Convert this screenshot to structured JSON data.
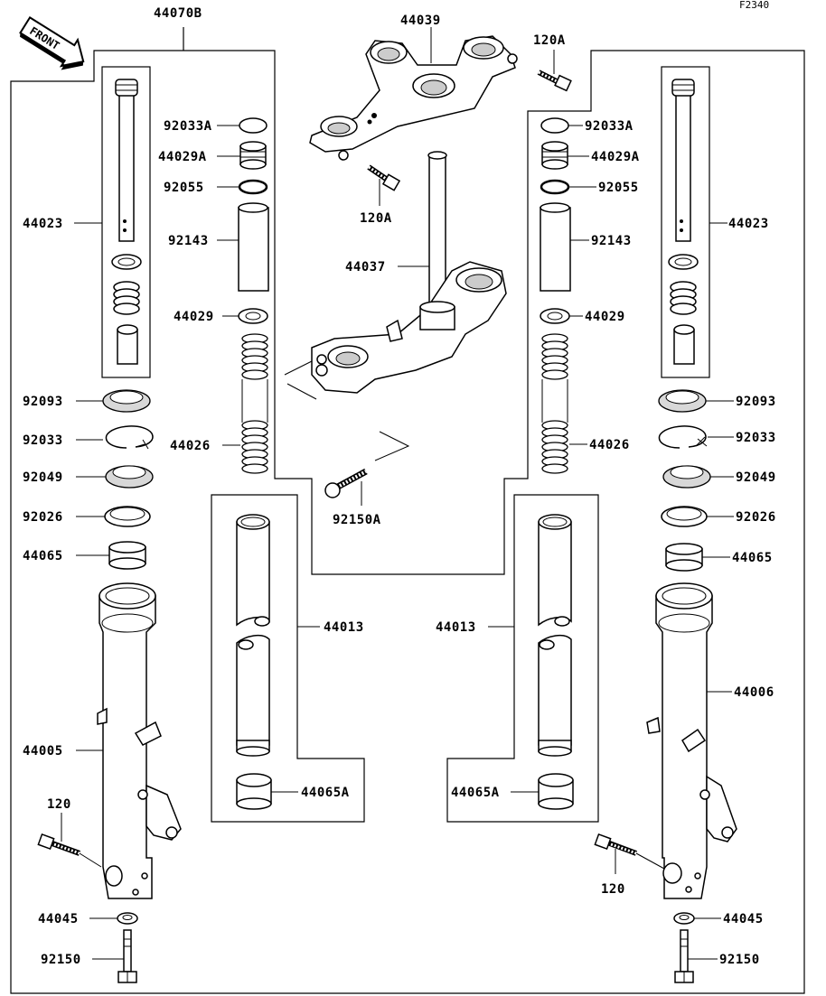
{
  "diagram_code": "F2340",
  "front_label": "FRONT",
  "labels": {
    "p44070B": "44070B",
    "p44039": "44039",
    "p120A_top": "120A",
    "p120A_bot": "120A",
    "p44037": "44037",
    "p92150A": "92150A",
    "left": {
      "p92033A": "92033A",
      "p44029A": "44029A",
      "p92055": "92055",
      "p44023": "44023",
      "p92143": "92143",
      "p44029": "44029",
      "p92093": "92093",
      "p92033": "92033",
      "p44026": "44026",
      "p92049": "92049",
      "p92026": "92026",
      "p44065": "44065",
      "p44013": "44013",
      "p44005": "44005",
      "p44065A": "44065A",
      "p120": "120",
      "p44045": "44045",
      "p92150": "92150"
    },
    "right": {
      "p92033A": "92033A",
      "p44029A": "44029A",
      "p92055": "92055",
      "p44023": "44023",
      "p92143": "92143",
      "p44029": "44029",
      "p92093": "92093",
      "p92033": "92033",
      "p44026": "44026",
      "p92049": "92049",
      "p92026": "92026",
      "p44065": "44065",
      "p44013": "44013",
      "p44006": "44006",
      "p44065A": "44065A",
      "p120": "120",
      "p44045": "44045",
      "p92150": "92150"
    }
  }
}
